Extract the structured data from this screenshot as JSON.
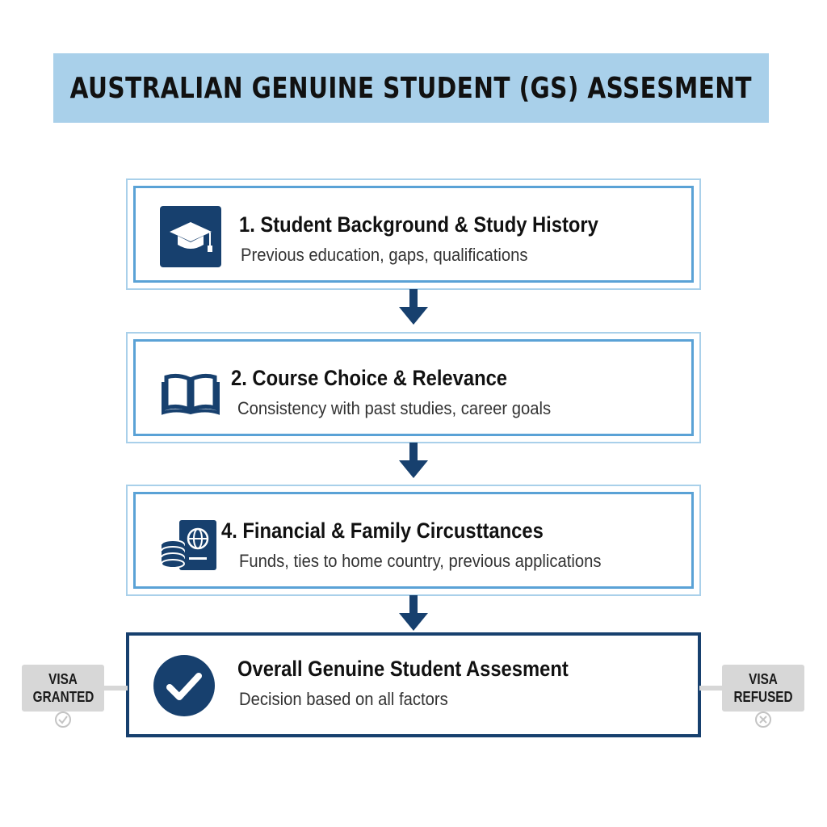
{
  "title": "AUSTRALIAN GENUINE STUDENT (GS) ASSESMENT",
  "steps": [
    {
      "title": "1. Student Background & Study History",
      "subtitle": "Previous education, gaps, qualifications",
      "icon": "graduation-cap-icon"
    },
    {
      "title": "2. Course Choice & Relevance",
      "subtitle": "Consistency with past studies, career goals",
      "icon": "open-book-icon"
    },
    {
      "title": "4. Financial & Family Circusttances",
      "subtitle": "Funds, ties to home country, previous applications",
      "icon": "passport-coins-icon"
    }
  ],
  "final": {
    "title": "Overall Genuine Student Assesment",
    "subtitle": "Decision based on all factors",
    "icon": "checkmark-circle-icon"
  },
  "outcomes": {
    "granted": {
      "line1": "VISA",
      "line2": "GRANTED",
      "icon": "check-circle-icon"
    },
    "refused": {
      "line1": "VISA",
      "line2": "REFUSED",
      "icon": "x-circle-icon"
    }
  },
  "colors": {
    "banner": "#a9d0ea",
    "step_border": "#5aa2d6",
    "navy": "#17406e",
    "badge": "#d7d7d7"
  }
}
